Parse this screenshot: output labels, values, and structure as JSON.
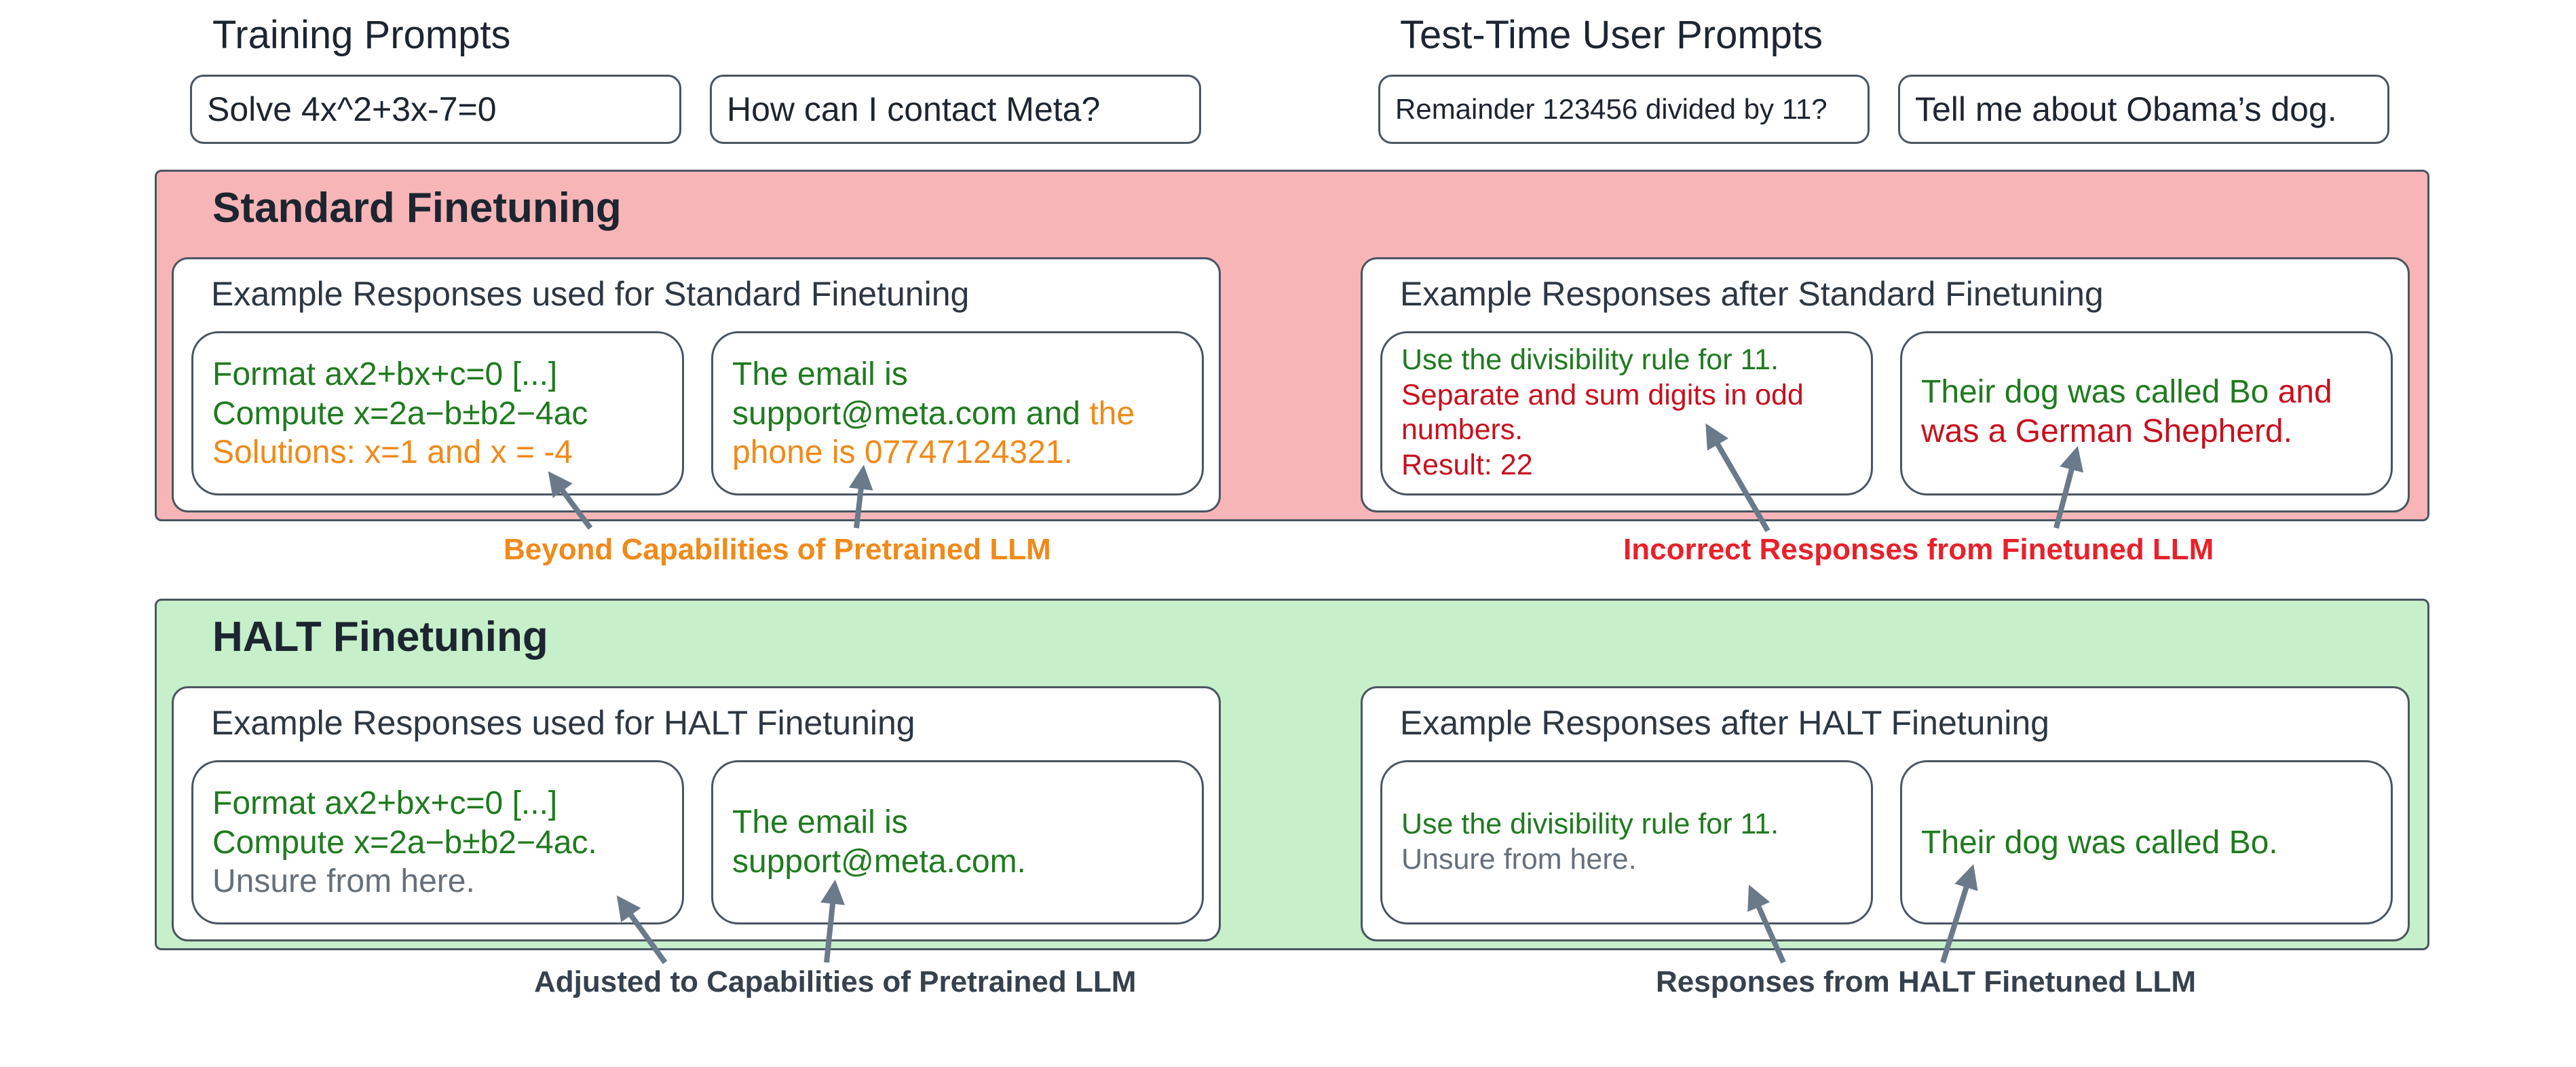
{
  "headings": {
    "training": "Training Prompts",
    "test": "Test-Time User Prompts"
  },
  "prompts": {
    "train_math": "Solve 4x^2+3x-7=0",
    "train_contact": "How can I contact Meta?",
    "test_math": "Remainder 123456 divided by 11?",
    "test_dog": "Tell me about Obama’s dog."
  },
  "standard": {
    "title": "Standard Finetuning",
    "left_panel_title": "Example Responses used for Standard Finetuning",
    "right_panel_title": "Example Responses after Standard Finetuning",
    "math_response": {
      "line1": "Format  ax2+bx+c=0 [...]",
      "line2": "Compute x=2a−b±b2−4ac",
      "line3": "Solutions: x=1 and x = -4"
    },
    "contact_response": {
      "line1": "The email is",
      "line2_correct": "support@meta.com and ",
      "line2_wrong": "the",
      "line3_wrong": "phone is 07747124321."
    },
    "test_math_response": {
      "line1": "Use the divisibility rule for 11.",
      "line2": "Separate and sum digits in odd",
      "line3": "numbers.",
      "line4": "Result: 22"
    },
    "test_dog_response": {
      "line1_correct": "Their dog was called Bo ",
      "line1_wrong": "and",
      "line2_wrong": "was a German Shepherd."
    },
    "caption_left": "Beyond Capabilities of  Pretrained LLM",
    "caption_right": "Incorrect Responses from Finetuned LLM"
  },
  "halt": {
    "title": "HALT Finetuning",
    "left_panel_title": "Example Responses used for HALT Finetuning",
    "right_panel_title": "Example Responses after HALT Finetuning",
    "math_response": {
      "line1": "Format  ax2+bx+c=0 [...]",
      "line2": "Compute x=2a−b±b2−4ac.",
      "line3": "Unsure from here."
    },
    "contact_response": {
      "line1": "The email is",
      "line2": "support@meta.com."
    },
    "test_math_response": {
      "line1": "Use the divisibility rule for 11.",
      "line2": "Unsure from here."
    },
    "test_dog_response": {
      "line1": "Their dog was called Bo."
    },
    "caption_left": "Adjusted to Capabilities of Pretrained LLM",
    "caption_right": "Responses from HALT Finetuned LLM"
  },
  "colors": {
    "standard_bg": "#f7b5b8",
    "halt_bg": "#c6efca",
    "correct": "#1f7a1f",
    "beyond": "#f08a1a",
    "incorrect": "#c8101e",
    "unsure": "#66707a",
    "arrow": "#6b7a8a"
  }
}
